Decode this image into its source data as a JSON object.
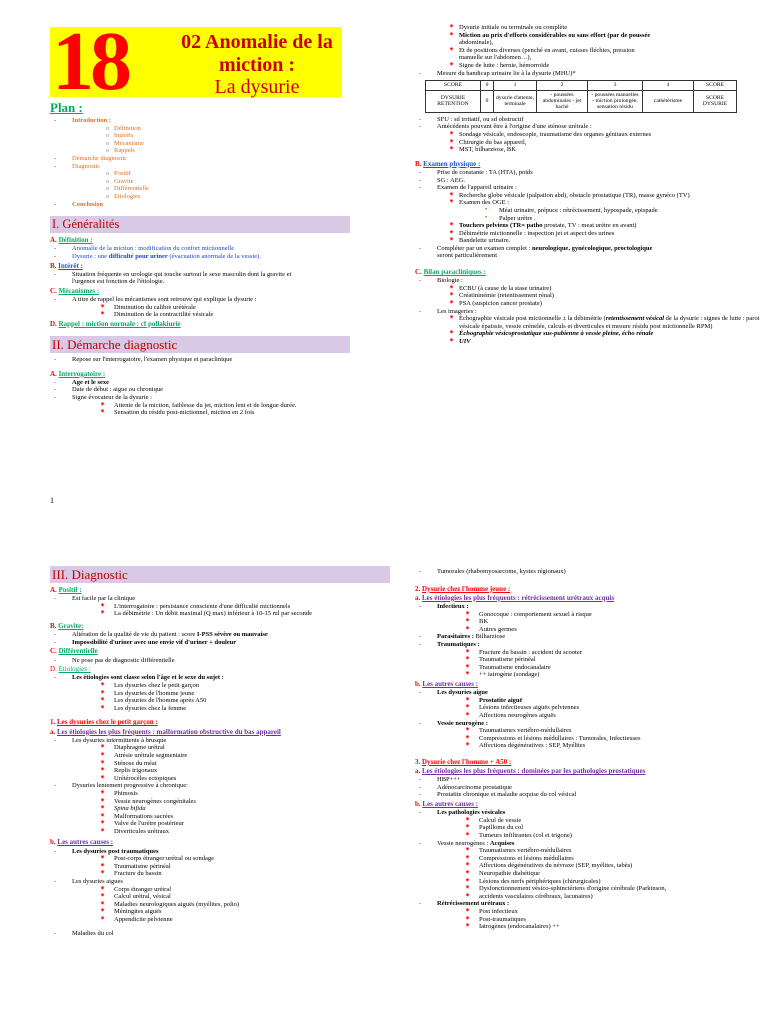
{
  "page1": {
    "chapter_number": "18",
    "title_line1": "02 Anomalie de la",
    "title_line2": "miction :",
    "title_line3": "La dysurie",
    "plan_heading": "Plan :",
    "plan": [
      {
        "label": "Introduction :",
        "children": [
          "Définition",
          "Intérêts",
          "Mécanisme",
          "Rappels"
        ]
      },
      {
        "label": "Démarche diagnostic",
        "children": []
      },
      {
        "label": "Diagnostic",
        "children": [
          "Positif",
          "Gravite",
          "Différentielle",
          "Etiologies"
        ]
      },
      {
        "label": "Conclusion",
        "children": []
      }
    ],
    "sec1_title": "I. Généralités",
    "sec1": {
      "a_letter": "A.",
      "a_title": "Définition :",
      "a_lines": [
        "Anomalie de la miction : modification du confort mictionnelle",
        "Dysurie : une ",
        "difficulté pour uriner",
        " (évacuation anormale de la vessie)."
      ],
      "b_letter": "B.",
      "b_title": "Intérêt :",
      "b_lines": [
        "Situation fréquente en urologie qui touche surtout le sexe masculin dont la gravite et",
        "l'urgence est fonction de l'étiologie."
      ],
      "c_letter": "C.",
      "c_title": "Mécanismes :",
      "c_intro": "A titre de rappel les mécanismes sont retrouve qui explique la dysurie :",
      "c_items": [
        "Diminution du calibre urétérale",
        "Diminution de la contractilité vésicale"
      ],
      "d_letter": "D.",
      "d_title": "Rappel : miction normale : cf pollakiurie"
    },
    "sec2_title": "II. Démarche diagnostic",
    "sec2": {
      "intro": "Repose sur l'interrogatoire, l'examen physique et paraclinique",
      "a_letter": "A.",
      "a_title": "Interrogatoire :",
      "a_items": [
        "Age et le sexe",
        "Date de début : aigue ou chronique",
        "Signe évocateur de la dysurie :"
      ],
      "a_sub": [
        "Attente de la miction, faiblesse du jet, miction lent et de longue durée.",
        "Sensation du résidu post-mictionnel, miction en 2 fois"
      ]
    },
    "right": {
      "top_items": [
        "Dysurie initiale ou terminale ou complète",
        "Miction au prix d'efforts considérables ou  sans effort (par de poussée",
        "abdominale),",
        "Et de positions diverses (penché en avant, cuisses fléchies, pression",
        "manuelle sur l'abdomen…),",
        "Signe de lutte : hernie, hémorroïde"
      ],
      "mhu_label": "Mesure du handicap urinaire lie à la dysurie (MHU)*",
      "mhu_header": [
        "SCORE",
        "0",
        "1",
        "2",
        "3",
        "4",
        "SCORE"
      ],
      "mhu_row": [
        "DYSURIE RETENTION",
        "0",
        "dysurie d'attente, terminale",
        "- poussées abdominales - jet haché",
        "- poussées manuelles - miction prolongée, sensation résidu",
        "cathétérisme",
        "SCORE DYSURIE"
      ],
      "mhu_after": [
        "SFU : sd irritatif, ou sd obstructif",
        "Antécédents pouvant être à l'origine d'une sténose urétrale :"
      ],
      "mhu_after_sub": [
        "Sondage vésicale, endoscopie, traumatisme des organes génitaux externes",
        "Chirurgie du bas appareil,",
        "MST, bilharziose, BK"
      ],
      "b_letter": "B.",
      "b_title": "Examen physique :",
      "b_items": [
        "Prise de constante : TA (HTA), poids",
        "SG : AEG.",
        "Examen de l'appareil urinaire :"
      ],
      "b_sub": [
        "Recherche globe vésicale (palpation abd), obstacle prostatique (TR), masse gynéco (TV)",
        "Examen des OGE :"
      ],
      "b_oge": [
        "Méat urinaire, prépuce : rétrécissement, hypospade, epispade",
        "Palper urètre ."
      ],
      "b_sub2_bold": "Touchers pelviens (TR= patho",
      "b_sub2": " prostate, TV : meat urètre en avant)",
      "b_sub3": [
        "Débimétrie mictionnelle : inspection jet et aspect des urines",
        "Bandelette urinaire."
      ],
      "b_complete": "Compléter par un examen complet : ",
      "b_complete_bold": "neurologique, gynécologique, proctologique",
      "b_complete_end": "seront particulièrement",
      "c_letter": "C.",
      "c_title": "Bilan paracliniques :",
      "c_bio": "Biologie :",
      "c_bio_items": [
        "ECBU  (à cause de la stase urinaire)",
        "Créatininémie (retentissement rénal)",
        "PSA (suspicion cancer prostate)"
      ],
      "c_img": "Les imageries :",
      "c_img_items": [
        "Échographie vésicale post mictionnelle ± la débimétrie (",
        "retentissement vésical",
        " de la dysurie : signes de lutte : paroi vésicale épaissie, vessie crénelée, calculs et diverticules et mesure résidu post mictionnelle RPM)"
      ],
      "c_img_echo": "Échographie vésicoprostatique sus-pubienne à vessie pleine, écho rénale",
      "c_img_uiv": "UIV"
    },
    "page_number": "1"
  },
  "page2": {
    "sec3_title": "III. Diagnostic",
    "a_letter": "A.",
    "a_title": "Positif :",
    "a_intro": "Est facile par la clinique",
    "a_items": [
      "L'interrogatoire : persistance consciente d'une difficulté mictionnels",
      "La débimétrie : Un débit maximal (Q max) inférieur à 10-15 ml par seconde"
    ],
    "b_letter": "B.",
    "b_title": "Gravite:",
    "b_line1": " Altération de la qualité de vie du patient : score ",
    "b_line1_bold": "I-PSS sévère ou mauvaise",
    "b_line2": "Impossibilité d'uriner avec une envie vif d'uriner + douleur",
    "c_letter": "C.",
    "c_title": "Différentielle",
    "c_line": "Ne pose pas de diagnostic différentielle",
    "d_letter": "D.",
    "d_title": "Etiologies :",
    "d_intro": "Les étiologies sont classe selon l'âge et le sexe du sujet :",
    "d_items": [
      "Les dysuries chez le petit garçon",
      "Les dysuries de l'homme jeune",
      "Les dysuries de l'homme après A50",
      "Les dysuries chez la femme"
    ],
    "s1_num": "1.",
    "s1_title": "Les dysuries chez le petit garçon :",
    "s1a_letter": "a.",
    "s1a_title": "Les étiologies les plus fréquents : malformation obstructive du bas appareil",
    "s1a_intro1": "Les dysuries intermittente à brusque",
    "s1a_items1": [
      "Diaphragme urétral",
      "Atrésie urétrale segmentaire",
      "Sténose du méat",
      "Replis trigonaux",
      "Urétérocèles ectopiques"
    ],
    "s1a_intro2": "Dysuries lentement progressive à chronique:",
    "s1a_items2": [
      "Phimosis",
      "Vessie neurogènes congénitales",
      "Spina bifida",
      "Malformations sacrées",
      "Valve de l'urètre postérieur",
      "Diverticules urétraux"
    ],
    "s1b_letter": "b.",
    "s1b_title": "Les autres causes :",
    "s1b_intro1": "Les dysuries post traumatiques",
    "s1b_items1": [
      "Post-corps étranger urétral ou sondage",
      "Traumatisme périnéal",
      "Fracture du bassin"
    ],
    "s1b_intro2": "Les dysuries aigues",
    "s1b_items2": [
      "Corps étranger urétral",
      "Calcul urétral, vésical",
      "Maladies neurologiques aiguës (myélites, polio)",
      "Méningites aiguës",
      "Appendicite pelvienne"
    ],
    "s1b_last": "Maladies du col",
    "r_top": "Tumorales (rhabomyosarcome, kystes régionaux)",
    "s2_num": "2.",
    "s2_title": "Dysurie chez l'homme jeune :",
    "s2a_letter": "a.",
    "s2a_title": "Les étiologies les plus fréquents : rétrécissement urétraux acquis",
    "s2a_inf": "Infectieux :",
    "s2a_inf_items": [
      "Gonocoque : comportement sexuel à risque",
      "BK",
      "Autres germes"
    ],
    "s2a_par": "Parasitaires : ",
    "s2a_par_val": "Bilharziose",
    "s2a_trau": "Traumatiques :",
    "s2a_trau_items": [
      "Fracture du bassin : accident du scooter",
      "Traumatisme périnéal",
      "Traumatisme endocanalaire",
      "++ iatrogène (sondage)"
    ],
    "s2b_letter": "b.",
    "s2b_title": "Les autres causes :",
    "s2b_aigue": "Les dysuries aigue",
    "s2b_aigue_items": [
      "Prostatite aiguë",
      "Lésions infectieuses aiguës pelviennes",
      "Affections neurogènes aiguës"
    ],
    "s2b_neuro": "Vessie neurogène :",
    "s2b_neuro_items": [
      "Traumatismes vertébro-médullaires",
      "Compressions et lésions médullaires : Tumorales, Infectieuses",
      "Affections dégénératives : SEP, Myélites"
    ],
    "s3_num": "3.",
    "s3_title": "Dysurie chez l'homme + A50 :",
    "s3a_letter": "a.",
    "s3a_title": "Les étiologies les plus fréquents : dominées par les pathologies prostatiques",
    "s3a_items": [
      "HBP+++",
      "Adénocarcinome prostatique",
      "Prostatite chronique et maladie acquise du col vésical"
    ],
    "s3b_letter": "b.",
    "s3b_title": "Les autres causes :",
    "s3b_ves": "Les pathologies vésicales",
    "s3b_ves_items": [
      "Calcul de vessie",
      "Papillome du col",
      "Tumeurs infiltrantes (col et trigone)"
    ],
    "s3b_neuro": "Vessie neurogènes : ",
    "s3b_neuro_b": "Acquises",
    "s3b_neuro_items": [
      "Traumatismes vertébro-médullaires",
      "Compressions et lésions médullaires",
      "Affections dégénératives du névraxe (SEP, myélites, tabès)",
      "Neuropathie diabétique",
      "Lésions des nerfs périphériques (chirurgicales)",
      " Dysfonctionnement vésico-sphinctériens d'origine cérébrale (Parkinson,",
      "accidents vasculaires cérébraux, lacunaires)"
    ],
    "s3b_retr": "Rétrécissement urétraux :",
    "s3b_retr_items": [
      "Post infectieux",
      "Post-traumatiques",
      "Iatrogènes (endocanalaires) ++"
    ]
  }
}
